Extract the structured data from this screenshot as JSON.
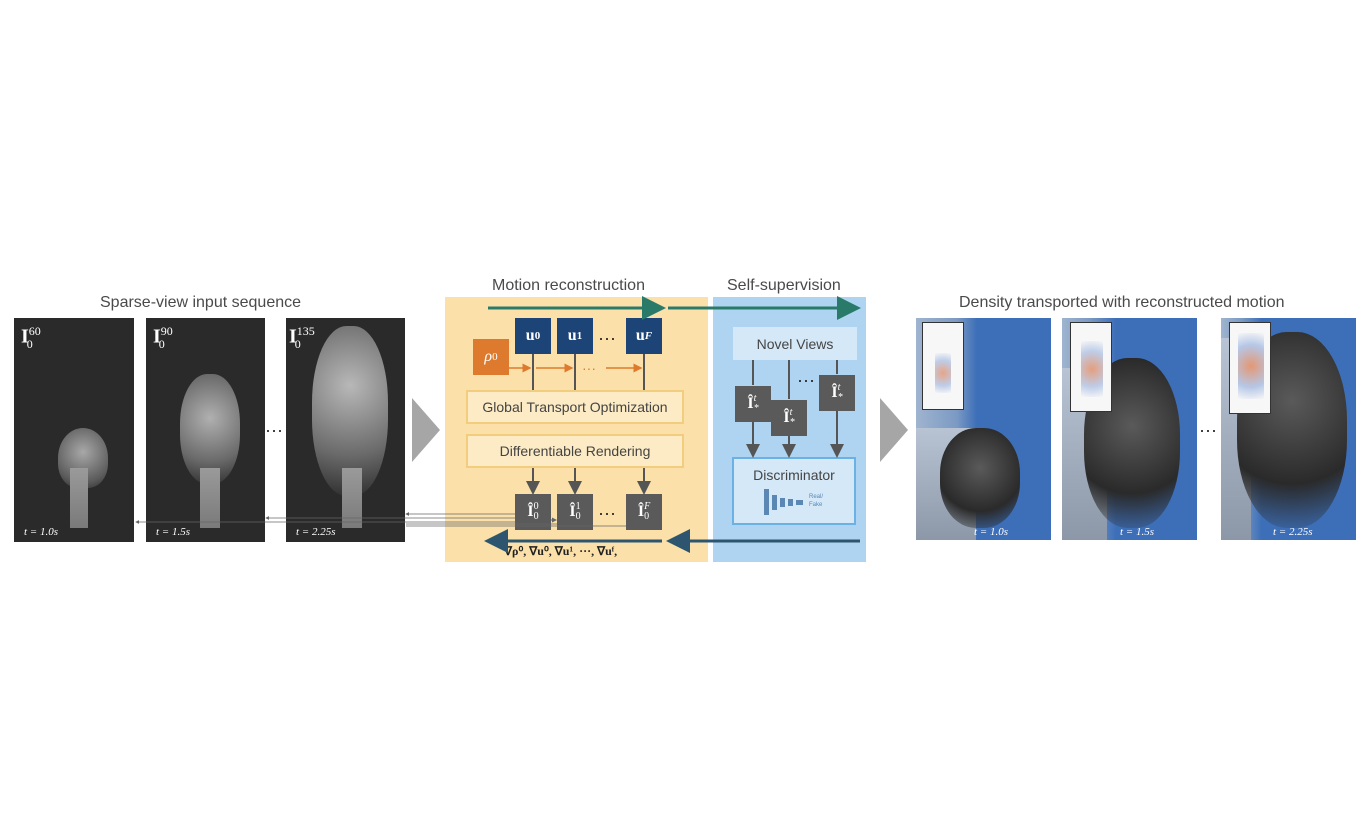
{
  "titles": {
    "input": "Sparse-view input sequence",
    "motion": "Motion reconstruction",
    "selfsup": "Self-supervision",
    "output": "Density transported with reconstructed motion"
  },
  "inputs": [
    {
      "label_base": "I",
      "label_sup": "60",
      "label_sub": "0",
      "time": "t = 1.0s"
    },
    {
      "label_base": "I",
      "label_sup": "90",
      "label_sub": "0",
      "time": "t = 1.5s"
    },
    {
      "label_base": "I",
      "label_sup": "135",
      "label_sub": "0",
      "time": "t = 2.25s"
    }
  ],
  "outputs": [
    {
      "time": "t = 1.0s"
    },
    {
      "time": "t = 1.5s"
    },
    {
      "time": "t = 2.25s"
    }
  ],
  "ellipsis": "···",
  "motion": {
    "rho": {
      "base": "ρ",
      "sup": "0"
    },
    "velocity": [
      {
        "base": "u",
        "sup": "0"
      },
      {
        "base": "u",
        "sup": "1"
      },
      {
        "base": "u",
        "sup": "F"
      }
    ],
    "rendered": [
      {
        "base": "Î",
        "sup": "0",
        "sub": "0"
      },
      {
        "base": "Î",
        "sup": "1",
        "sub": "0"
      },
      {
        "base": "Î",
        "sup": "F",
        "sub": "0"
      }
    ],
    "global_transport": "Global Transport Optimization",
    "diff_render": "Differentiable Rendering",
    "gradients": "∇ρ⁰, ∇u⁰, ∇u¹, ···, ∇uᶠ,"
  },
  "selfsup": {
    "novel_views": "Novel Views",
    "views": [
      {
        "base": "Î",
        "sup": "t",
        "sub": "*"
      },
      {
        "base": "Î",
        "sup": "t",
        "sub": "*"
      },
      {
        "base": "Î",
        "sup": "t",
        "sub": "*"
      }
    ],
    "discriminator": "Discriminator",
    "real_label": "Real/",
    "fake_label": "Fake"
  },
  "colors": {
    "motion_bg": "#fbe1a9",
    "selfsup_bg": "#aed4f1",
    "navy": "#1d4477",
    "orange": "#de7a2e",
    "gray_box": "#5a5a5a",
    "teal_arrow": "#2a7a6a",
    "dark_arrow": "#2d5570"
  }
}
